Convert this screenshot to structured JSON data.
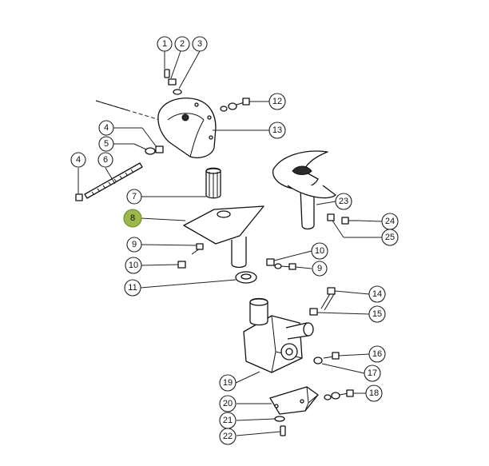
{
  "callouts": [
    {
      "id": "c1",
      "label": "1"
    },
    {
      "id": "c2",
      "label": "2"
    },
    {
      "id": "c3",
      "label": "3"
    },
    {
      "id": "c4a",
      "label": "4"
    },
    {
      "id": "c4b",
      "label": "4"
    },
    {
      "id": "c5",
      "label": "5"
    },
    {
      "id": "c6",
      "label": "6"
    },
    {
      "id": "c7",
      "label": "7"
    },
    {
      "id": "c8",
      "label": "8",
      "highlighted": true
    },
    {
      "id": "c9a",
      "label": "9"
    },
    {
      "id": "c9b",
      "label": "9"
    },
    {
      "id": "c10a",
      "label": "10"
    },
    {
      "id": "c10b",
      "label": "10"
    },
    {
      "id": "c11",
      "label": "11"
    },
    {
      "id": "c12",
      "label": "12"
    },
    {
      "id": "c13",
      "label": "13"
    },
    {
      "id": "c14",
      "label": "14"
    },
    {
      "id": "c15",
      "label": "15"
    },
    {
      "id": "c16",
      "label": "16"
    },
    {
      "id": "c17",
      "label": "17"
    },
    {
      "id": "c18",
      "label": "18"
    },
    {
      "id": "c19",
      "label": "19"
    },
    {
      "id": "c20",
      "label": "20"
    },
    {
      "id": "c21",
      "label": "21"
    },
    {
      "id": "c22",
      "label": "22"
    },
    {
      "id": "c23",
      "label": "23"
    },
    {
      "id": "c24",
      "label": "24"
    },
    {
      "id": "c25",
      "label": "25"
    }
  ],
  "colors": {
    "highlight": "#9db84a",
    "line": "#222222"
  }
}
